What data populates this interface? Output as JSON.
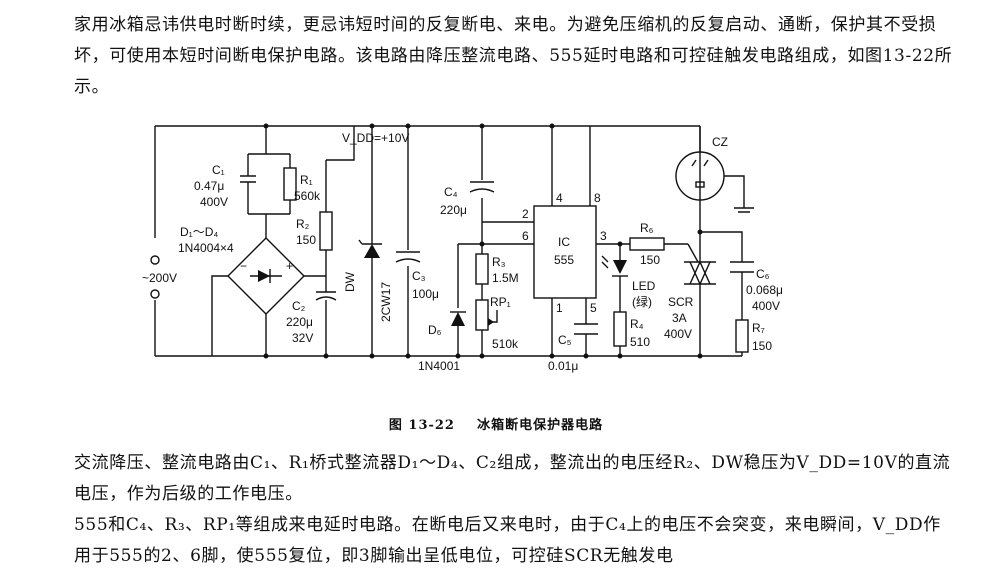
{
  "intro_paragraph": "家用冰箱忌讳供电时断时续，更忌讳短时间的反复断电、来电。为避免压缩机的反复启动、通断，保护其不受损坏，可使用本短时间断电保护电路。该电路由降压整流电路、555延时电路和可控硅触发电路组成，如图13-22所示。",
  "caption": {
    "number": "图 13-22",
    "title": "冰箱断电保护器电路"
  },
  "body_paragraph_1": "交流降压、整流电路由C₁、R₁桥式整流器D₁～D₄、C₂组成，整流出的电压经R₂、DW稳压为V_DD=10V的直流电压，作为后级的工作电压。",
  "body_paragraph_2": "555和C₄、R₃、RP₁等组成来电延时电路。在断电后又来电时，由于C₄上的电压不会突变，来电瞬间，V_DD作用于555的2、6脚，使555复位，即3脚输出呈低电位，可控硅SCR无触发电",
  "circuit": {
    "vdd": "V_DD=+10V",
    "ac_input": "~200V",
    "c1": "C₁",
    "c1_value": "0.47μ",
    "c1_voltage": "400V",
    "r1": "R₁",
    "r1_value": "560k",
    "bridge": "D₁～D₄",
    "bridge_value": "1N4004×4",
    "r2": "R₂",
    "r2_value": "150",
    "c2": "C₂",
    "c2_value": "220μ",
    "c2_voltage": "32V",
    "dw": "DW",
    "dw_value": "2CW17",
    "c3": "C₃",
    "c3_value": "100μ",
    "c4": "C₄",
    "c4_value": "220μ",
    "d6": "D₆",
    "d6_value": "1N4001",
    "r3": "R₃",
    "r3_value": "1.5M",
    "rp1": "RP₁",
    "rp1_value": "510k",
    "ic": "IC",
    "ic_value": "555",
    "pin2": "2",
    "pin6": "6",
    "pin4": "4",
    "pin8": "8",
    "pin3": "3",
    "pin1": "1",
    "pin5": "5",
    "c5": "C₅",
    "c5_value": "0.01μ",
    "r6": "R₆",
    "r6_value": "150",
    "led": "LED",
    "led_color": "(绿)",
    "r4": "R₄",
    "r4_value": "510",
    "scr": "SCR",
    "scr_current": "3A",
    "scr_voltage": "400V",
    "socket": "CZ",
    "c6": "C₆",
    "c6_value": "0.068μ",
    "c6_voltage": "400V",
    "r7": "R₇",
    "r7_value": "150",
    "plus": "+",
    "minus": "−"
  }
}
